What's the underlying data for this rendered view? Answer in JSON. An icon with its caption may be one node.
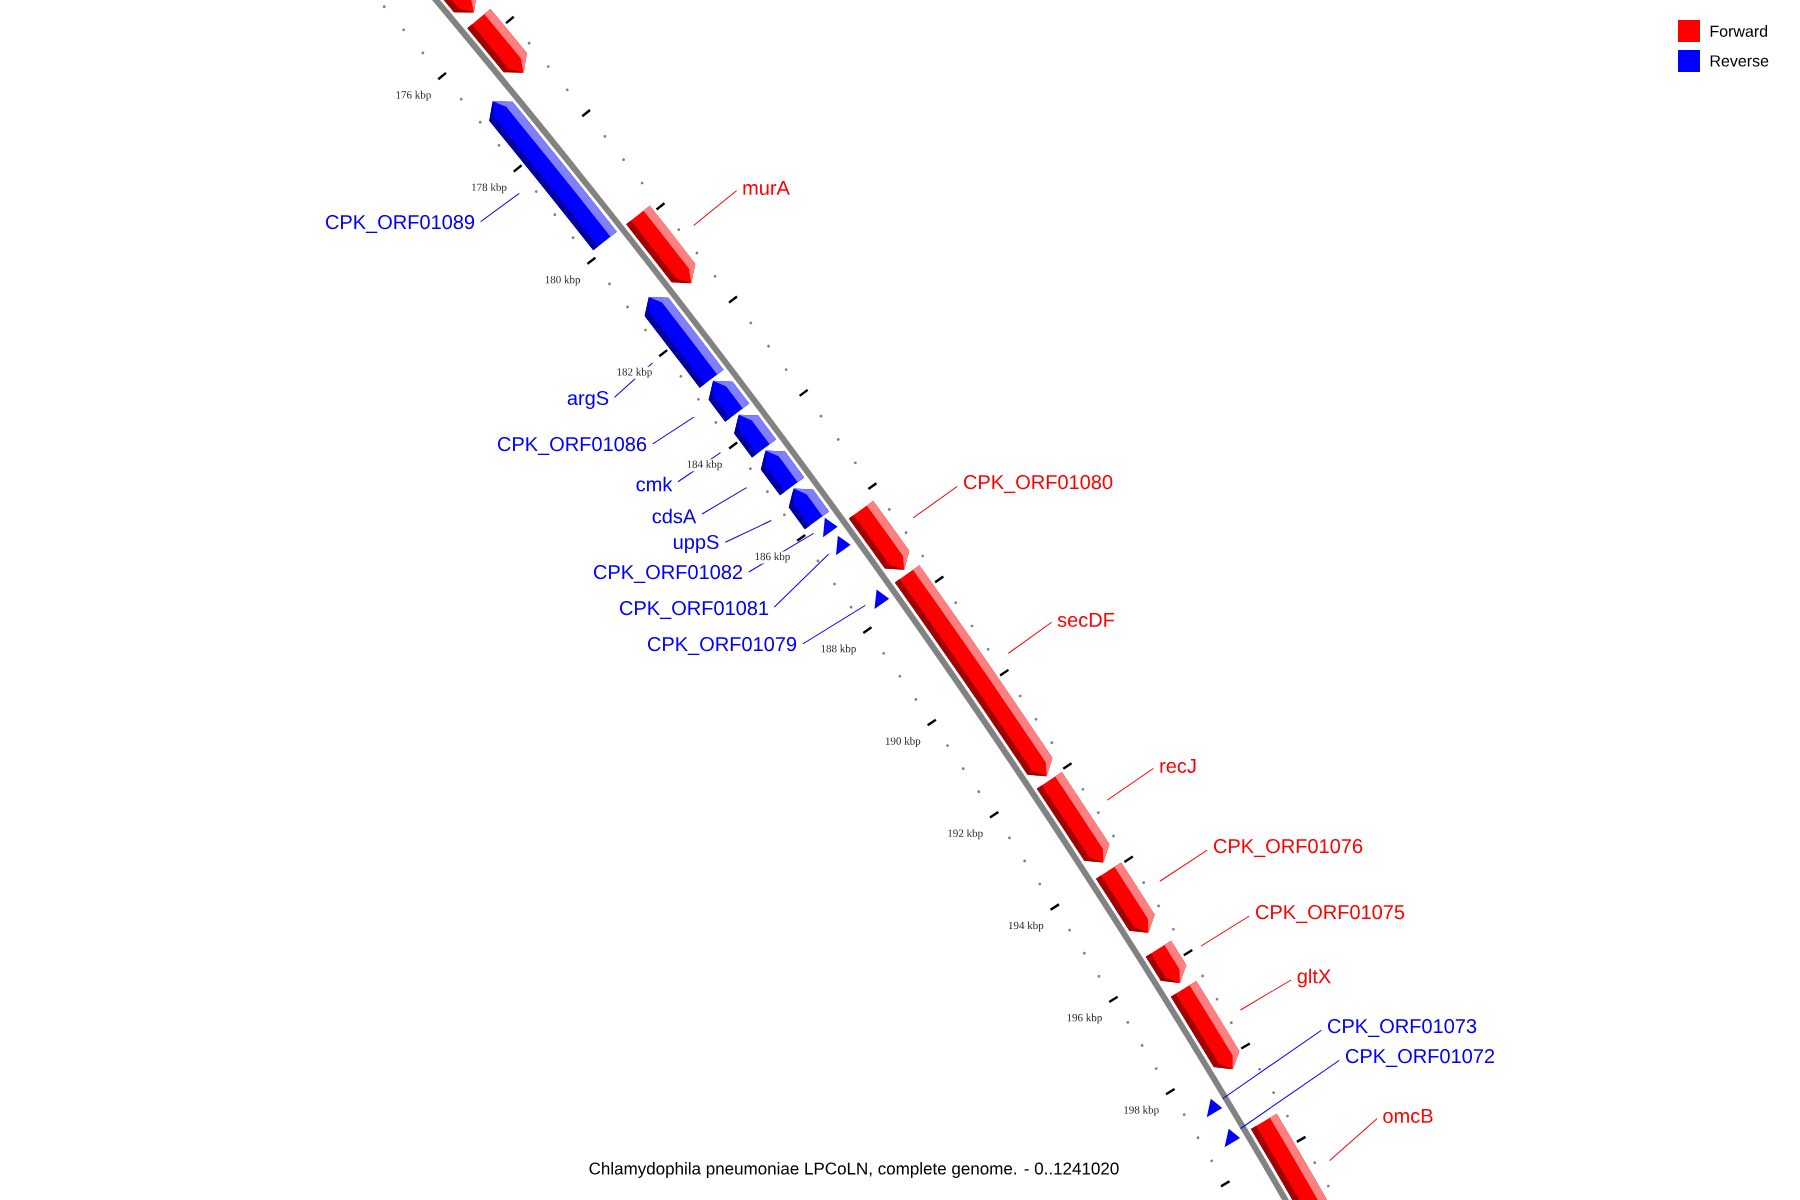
{
  "diagram": {
    "caption": "Chlamydophila pneumoniae LPCoLN, complete genome. - 0..1241020",
    "nodes": [
      {
        "text": [],
        "shape": "bar"
      },
      {
        "text": [],
        "shape": "bar"
      },
      {
        "text": [
          "CPK_ORF01089"
        ]
      },
      {
        "text": [],
        "shape": "bar"
      },
      {
        "text": [
          "murA"
        ]
      },
      {
        "text": [],
        "shape": "bar"
      },
      {
        "text": [
          "argS"
        ]
      },
      {
        "text": [],
        "shape": "bar"
      },
      {
        "text": [
          "CPK_ORF01086"
        ]
      },
      {
        "text": [],
        "shape": "bar"
      },
      {
        "text": [
          "cmk"
        ]
      },
      {
        "text": [],
        "shape": "bar"
      },
      {
        "text": [
          "cdsA"
        ]
      },
      {
        "text": [],
        "shape": "bar"
      },
      {
        "text": [
          "uppS"
        ]
      },
      {
        "text": [],
        "shape": "bar"
      },
      {
        "text": [
          "CPK_ORF01082"
        ]
      },
      {
        "text": [],
        "shape": "triangle"
      },
      {
        "text": [
          "CPK_ORF01081"
        ]
      },
      {
        "text": [],
        "shape": "triangle"
      },
      {
        "text": [
          "CPK_ORF01079"
        ]
      },
      {
        "text": [],
        "shape": "triangle"
      },
      {
        "text": [
          "CPK_ORF01080"
        ]
      },
      {
        "text": [],
        "shape": "bar"
      },
      {
        "text": [
          "secDF"
        ]
      },
      {
        "text": [],
        "shape": "bar"
      },
      {
        "text": [
          "recJ"
        ]
      },
      {
        "text": [],
        "shape": "bar"
      },
      {
        "text": [
          "CPK_ORF01076"
        ]
      },
      {
        "text": [],
        "shape": "bar"
      },
      {
        "text": [
          "CPK_ORF01075"
        ]
      },
      {
        "text": [],
        "shape": "bar"
      },
      {
        "text": [
          "gltX"
        ]
      },
      {
        "text": [],
        "shape": "bar"
      },
      {
        "text": [
          "CPK_ORF01073"
        ]
      },
      {
        "text": [],
        "shape": "triangle"
      },
      {
        "text": [
          "CPK_ORF01072"
        ]
      },
      {
        "text": [],
        "shape": "triangle"
      },
      {
        "text": [
          "omcB"
        ]
      },
      {
        "text": [],
        "shape": "bar"
      }
    ],
    "edges": [
      {
        "from": 2,
        "to": 3,
        "arrow": "none"
      },
      {
        "from": 4,
        "to": 5,
        "arrow": "none",
        "color": "#ff0000"
      },
      {
        "from": 6,
        "to": 7,
        "arrow": "none"
      },
      {
        "from": 8,
        "to": 9,
        "arrow": "none"
      },
      {
        "from": 10,
        "to": 11,
        "arrow": "none"
      },
      {
        "from": 12,
        "to": 13,
        "arrow": "none"
      },
      {
        "from": 14,
        "to": 15,
        "arrow": "none"
      },
      {
        "from": 16,
        "to": 17,
        "arrow": "none"
      },
      {
        "from": 18,
        "to": 19,
        "arrow": "none"
      },
      {
        "from": 20,
        "to": 21,
        "arrow": "none"
      },
      {
        "from": 22,
        "to": 23,
        "arrow": "none",
        "color": "#ff0000"
      },
      {
        "from": 24,
        "to": 25,
        "arrow": "none",
        "color": "#ff0000"
      },
      {
        "from": 26,
        "to": 27,
        "arrow": "none",
        "color": "#ff0000"
      },
      {
        "from": 28,
        "to": 29,
        "arrow": "none",
        "color": "#ff0000"
      },
      {
        "from": 30,
        "to": 31,
        "arrow": "none",
        "color": "#ff0000"
      },
      {
        "from": 32,
        "to": 33,
        "arrow": "none",
        "color": "#ff0000"
      },
      {
        "from": 34,
        "to": 35,
        "arrow": "none"
      },
      {
        "from": 36,
        "to": 37,
        "arrow": "none"
      },
      {
        "from": 38,
        "to": 39,
        "arrow": "none",
        "color": "#ff0000"
      }
    ],
    "labels": [
      "176 kbp",
      "178 kbp",
      "180 kbp",
      "182 kbp",
      "184 kbp",
      "186 kbp",
      "188 kbp",
      "190 kbp",
      "192 kbp",
      "194 kbp",
      "196 kbp",
      "198 kbp"
    ],
    "legend": [
      {
        "text": "Forward",
        "color": "#ff0000"
      },
      {
        "text": "Reverse",
        "color": "#0000ff"
      }
    ]
  }
}
